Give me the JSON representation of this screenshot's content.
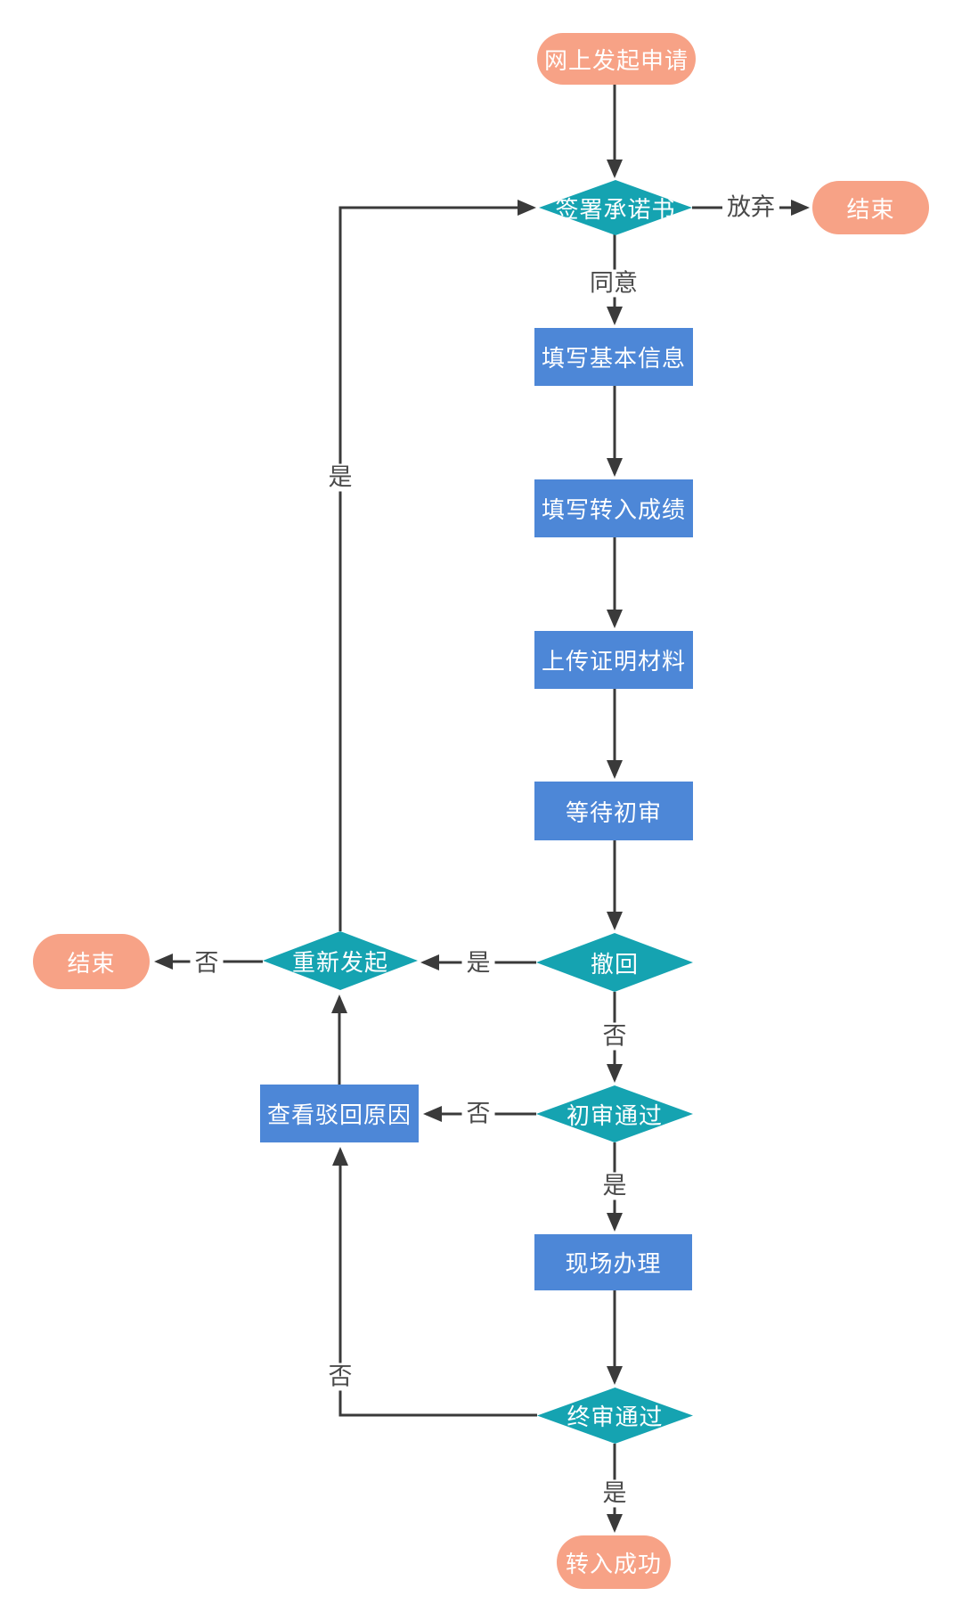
{
  "diagram": {
    "type": "flowchart",
    "colors": {
      "process_fill": "#4D87D7",
      "decision_fill": "#15A3B1",
      "terminal_fill": "#F7A286",
      "connector": "#3A3A3A",
      "edge_label_text": "#4A4A4A",
      "node_text": "#FFFFFF",
      "background": "#FFFFFF"
    },
    "nodes": {
      "start": {
        "label": "网上发起申请",
        "type": "terminal"
      },
      "sign_commitment": {
        "label": "签署承诺书",
        "type": "decision"
      },
      "end_right": {
        "label": "结束",
        "type": "terminal"
      },
      "fill_basic_info": {
        "label": "填写基本信息",
        "type": "process"
      },
      "fill_transfer_scores": {
        "label": "填写转入成绩",
        "type": "process"
      },
      "upload_materials": {
        "label": "上传证明材料",
        "type": "process"
      },
      "wait_initial_review": {
        "label": "等待初审",
        "type": "process"
      },
      "withdraw": {
        "label": "撤回",
        "type": "decision"
      },
      "reinitiate": {
        "label": "重新发起",
        "type": "decision"
      },
      "end_left": {
        "label": "结束",
        "type": "terminal"
      },
      "initial_review_passed": {
        "label": "初审通过",
        "type": "decision"
      },
      "view_rejection_reason": {
        "label": "查看驳回原因",
        "type": "process"
      },
      "onsite_processing": {
        "label": "现场办理",
        "type": "process"
      },
      "final_review_passed": {
        "label": "终审通过",
        "type": "decision"
      },
      "transfer_success": {
        "label": "转入成功",
        "type": "terminal"
      }
    },
    "edge_labels": {
      "abandon": "放弃",
      "agree": "同意",
      "yes_reinitiate_to_sign": "是",
      "yes_withdraw": "是",
      "no_reinitiate": "否",
      "no_withdraw": "否",
      "no_initial_review": "否",
      "yes_initial_review": "是",
      "no_final_review": "否",
      "yes_final_review": "是"
    }
  }
}
